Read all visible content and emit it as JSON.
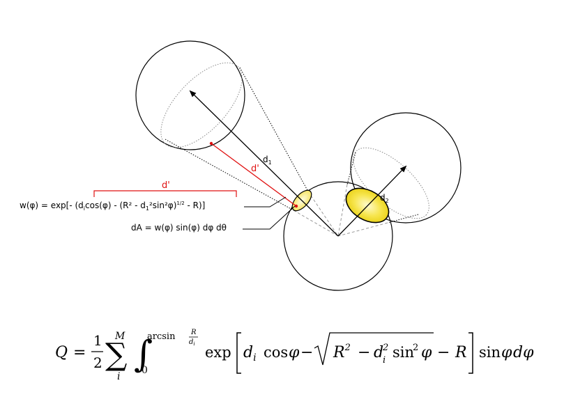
{
  "labels": {
    "d1": "d",
    "d1_sub": "1",
    "d2": "d",
    "d2_sub": "2",
    "dprime_ray": "d'",
    "dprime_bracket": "d'"
  },
  "weight_formula": {
    "p1": "w(φ) = exp[- (d",
    "s1": "i",
    "p2": "cos(φ) - (R² - d",
    "s2": "1",
    "p3": "²sin²φ)",
    "sup": "1/2",
    "p4": " - R)]"
  },
  "area_formula": "dA = w(φ) sin(φ) dφ dθ",
  "equation": {
    "Q": "Q",
    "eq": "=",
    "half_num": "1",
    "half_den": "2",
    "sum": "∑",
    "sum_top": "M",
    "sum_bot": "i",
    "int": "∫",
    "int_low": "0",
    "int_up_arcsin": "arcsin",
    "int_up_R": "R",
    "int_up_d": "d",
    "int_up_i": "i",
    "exp": "exp",
    "lb": "[",
    "di": "d",
    "di_sub": "i",
    "cos": "cos",
    "phi1": "φ",
    "minus1": "−",
    "R2": "R",
    "R2_sup": "2",
    "minus2": "−",
    "d2": "d",
    "d2_sup": "2",
    "d2_sub": "i",
    "sin": "sin",
    "sin_sup": "2",
    "phi2": "φ",
    "minus3": "−",
    "R": "R",
    "rb": "]",
    "sin2": "sin",
    "phi3": "φ",
    "dphi": "dφ"
  },
  "colors": {
    "ink": "#000000",
    "red": "#e01010",
    "disk_yellow": "#f2dd2a",
    "disk_glow": "#fff7b0",
    "dotted": "#808080"
  }
}
